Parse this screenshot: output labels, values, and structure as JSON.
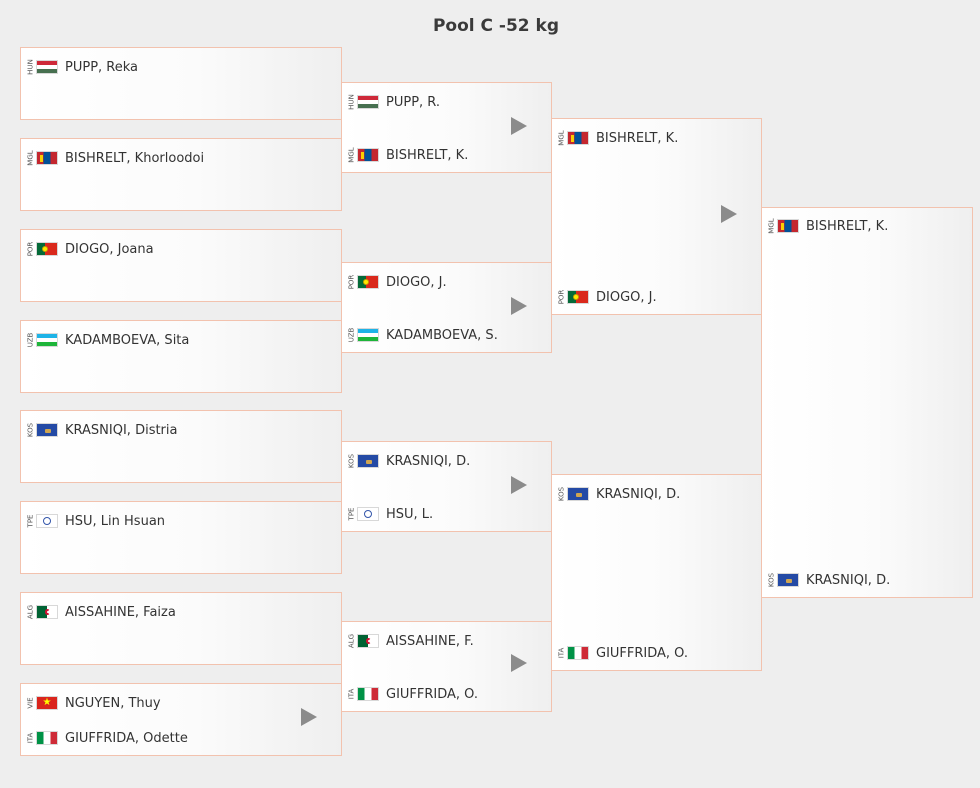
{
  "title": "Pool C -52 kg",
  "rounds": [
    {
      "name": "round-1",
      "matches": [
        {
          "id": "r1m1",
          "athletes": [
            {
              "code": "HUN",
              "name": "PUPP, Reka"
            }
          ]
        },
        {
          "id": "r1m2",
          "athletes": [
            {
              "code": "MGL",
              "name": "BISHRELT, Khorloodoi"
            }
          ]
        },
        {
          "id": "r1m3",
          "athletes": [
            {
              "code": "POR",
              "name": "DIOGO, Joana"
            }
          ]
        },
        {
          "id": "r1m4",
          "athletes": [
            {
              "code": "UZB",
              "name": "KADAMBOEVA, Sita"
            }
          ]
        },
        {
          "id": "r1m5",
          "athletes": [
            {
              "code": "KOS",
              "name": "KRASNIQI, Distria"
            }
          ]
        },
        {
          "id": "r1m6",
          "athletes": [
            {
              "code": "TPE",
              "name": "HSU, Lin Hsuan"
            }
          ]
        },
        {
          "id": "r1m7",
          "athletes": [
            {
              "code": "ALG",
              "name": "AISSAHINE, Faiza"
            }
          ]
        },
        {
          "id": "r1m8",
          "athletes": [
            {
              "code": "VIE",
              "name": "NGUYEN, Thuy"
            },
            {
              "code": "ITA",
              "name": "GIUFFRIDA, Odette"
            }
          ],
          "has_video": true
        }
      ]
    },
    {
      "name": "round-2",
      "matches": [
        {
          "id": "r2m1",
          "athletes": [
            {
              "code": "HUN",
              "name": "PUPP, R."
            },
            {
              "code": "MGL",
              "name": "BISHRELT, K."
            }
          ],
          "has_video": true
        },
        {
          "id": "r2m2",
          "athletes": [
            {
              "code": "POR",
              "name": "DIOGO, J."
            },
            {
              "code": "UZB",
              "name": "KADAMBOEVA, S."
            }
          ],
          "has_video": true
        },
        {
          "id": "r2m3",
          "athletes": [
            {
              "code": "KOS",
              "name": "KRASNIQI, D."
            },
            {
              "code": "TPE",
              "name": "HSU, L."
            }
          ],
          "has_video": true
        },
        {
          "id": "r2m4",
          "athletes": [
            {
              "code": "ALG",
              "name": "AISSAHINE, F."
            },
            {
              "code": "ITA",
              "name": "GIUFFRIDA, O."
            }
          ],
          "has_video": true
        }
      ]
    },
    {
      "name": "round-3",
      "matches": [
        {
          "id": "r3m1",
          "athletes": [
            {
              "code": "MGL",
              "name": "BISHRELT, K."
            },
            {
              "code": "POR",
              "name": "DIOGO, J."
            }
          ],
          "has_video": true
        },
        {
          "id": "r3m2",
          "athletes": [
            {
              "code": "KOS",
              "name": "KRASNIQI, D."
            },
            {
              "code": "ITA",
              "name": "GIUFFRIDA, O."
            }
          ],
          "has_video": false
        }
      ]
    },
    {
      "name": "final",
      "matches": [
        {
          "id": "r4m1",
          "athletes": [
            {
              "code": "MGL",
              "name": "BISHRELT, K."
            },
            {
              "code": "KOS",
              "name": "KRASNIQI, D."
            }
          ],
          "has_video": false
        }
      ]
    }
  ],
  "icons": {
    "video_play": "play-triangle-icon"
  },
  "colors": {
    "box_border": "#f2c2ae",
    "play_icon": "#8b8b8b",
    "background": "#eeeeee"
  }
}
